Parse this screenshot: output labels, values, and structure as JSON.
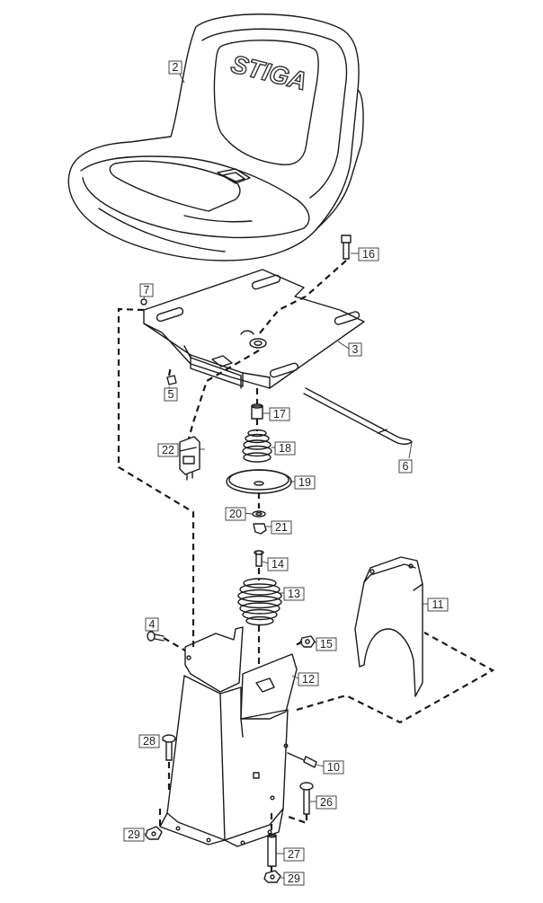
{
  "diagram": {
    "brand": "STIGA",
    "callouts": [
      {
        "id": "c2",
        "label": "2",
        "part": "seat"
      },
      {
        "id": "c16",
        "label": "16",
        "part": "seat-bolt"
      },
      {
        "id": "c7",
        "label": "7",
        "part": "small-pin"
      },
      {
        "id": "c3",
        "label": "3",
        "part": "seat-plate"
      },
      {
        "id": "c5",
        "label": "5",
        "part": "nut"
      },
      {
        "id": "c17",
        "label": "17",
        "part": "bushing"
      },
      {
        "id": "c22",
        "label": "22",
        "part": "switch"
      },
      {
        "id": "c18",
        "label": "18",
        "part": "spring"
      },
      {
        "id": "c6",
        "label": "6",
        "part": "adjust-rod"
      },
      {
        "id": "c19",
        "label": "19",
        "part": "disc"
      },
      {
        "id": "c20",
        "label": "20",
        "part": "washer"
      },
      {
        "id": "c21",
        "label": "21",
        "part": "nut"
      },
      {
        "id": "c14",
        "label": "14",
        "part": "bolt"
      },
      {
        "id": "c13",
        "label": "13",
        "part": "large-spring"
      },
      {
        "id": "c11",
        "label": "11",
        "part": "cover"
      },
      {
        "id": "c4",
        "label": "4",
        "part": "bolt"
      },
      {
        "id": "c15",
        "label": "15",
        "part": "nut"
      },
      {
        "id": "c12",
        "label": "12",
        "part": "seat-bracket"
      },
      {
        "id": "c28",
        "label": "28",
        "part": "carriage-bolt"
      },
      {
        "id": "c10",
        "label": "10",
        "part": "screw"
      },
      {
        "id": "c26",
        "label": "26",
        "part": "carriage-bolt"
      },
      {
        "id": "c27",
        "label": "27",
        "part": "spacer"
      },
      {
        "id": "c29a",
        "label": "29",
        "part": "nut"
      },
      {
        "id": "c29b",
        "label": "29",
        "part": "nut"
      }
    ]
  }
}
